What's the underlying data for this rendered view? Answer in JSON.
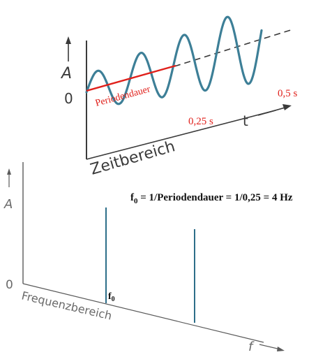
{
  "time_panel": {
    "axis_amplitude_label": "A",
    "zero_label": "0",
    "period_label": "Periodendauer",
    "tick_025_label": "0,25 s",
    "tick_05_label": "0,5 s",
    "time_axis_label": "t",
    "domain_label": "Zeitbereich"
  },
  "frequency_panel": {
    "axis_amplitude_label": "A",
    "zero_label": "0",
    "f0_label_main": "f",
    "f0_label_sub": "0",
    "frequency_axis_label": "f",
    "domain_label": "Frequenzbereich"
  },
  "formula": {
    "f_main": "f",
    "f_sub": "0",
    "text": " = 1/Periodendauer = 1/0,25 = 4 Hz"
  },
  "colors": {
    "wave": "#3d7f97",
    "axis": "#3a3a3a",
    "accent_red": "#e0201b",
    "spectral_line": "#2d6e89"
  }
}
